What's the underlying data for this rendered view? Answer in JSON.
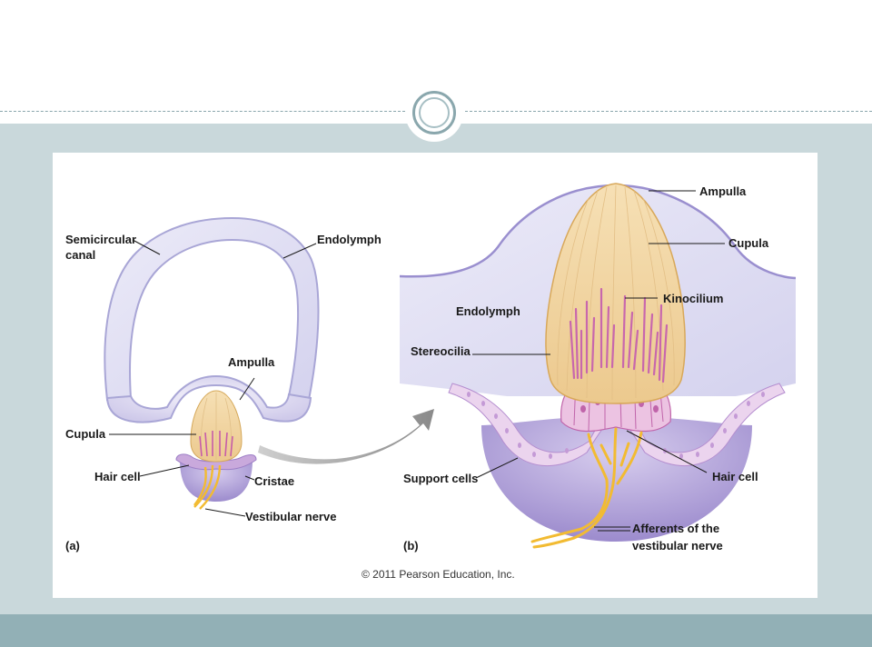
{
  "figure": {
    "panel_a": {
      "tag": "(a)",
      "labels": {
        "semicircular_canal_1": "Semicircular",
        "semicircular_canal_2": "canal",
        "endolymph": "Endolymph",
        "ampulla": "Ampulla",
        "cupula": "Cupula",
        "hair_cell": "Hair cell",
        "cristae": "Cristae",
        "vestibular_nerve": "Vestibular nerve"
      }
    },
    "panel_b": {
      "tag": "(b)",
      "labels": {
        "ampulla": "Ampulla",
        "cupula": "Cupula",
        "kinocilium": "Kinocilium",
        "endolymph": "Endolymph",
        "stereocilia": "Stereocilia",
        "support_cells": "Support cells",
        "hair_cell": "Hair cell",
        "afferents_1": "Afferents of the",
        "afferents_2": "vestibular nerve"
      }
    },
    "copyright": "© 2011 Pearson Education, Inc."
  },
  "colors": {
    "band": "#c9d8db",
    "bottom_bar": "#92b0b6",
    "canal_fill": "#e3e3f4",
    "canal_stroke": "#a9a6d6",
    "membrane": "#a79ad2",
    "cupula": "#f0d6a6",
    "hair_cell": "#e6b6dc",
    "nerve": "#f2bb32"
  }
}
